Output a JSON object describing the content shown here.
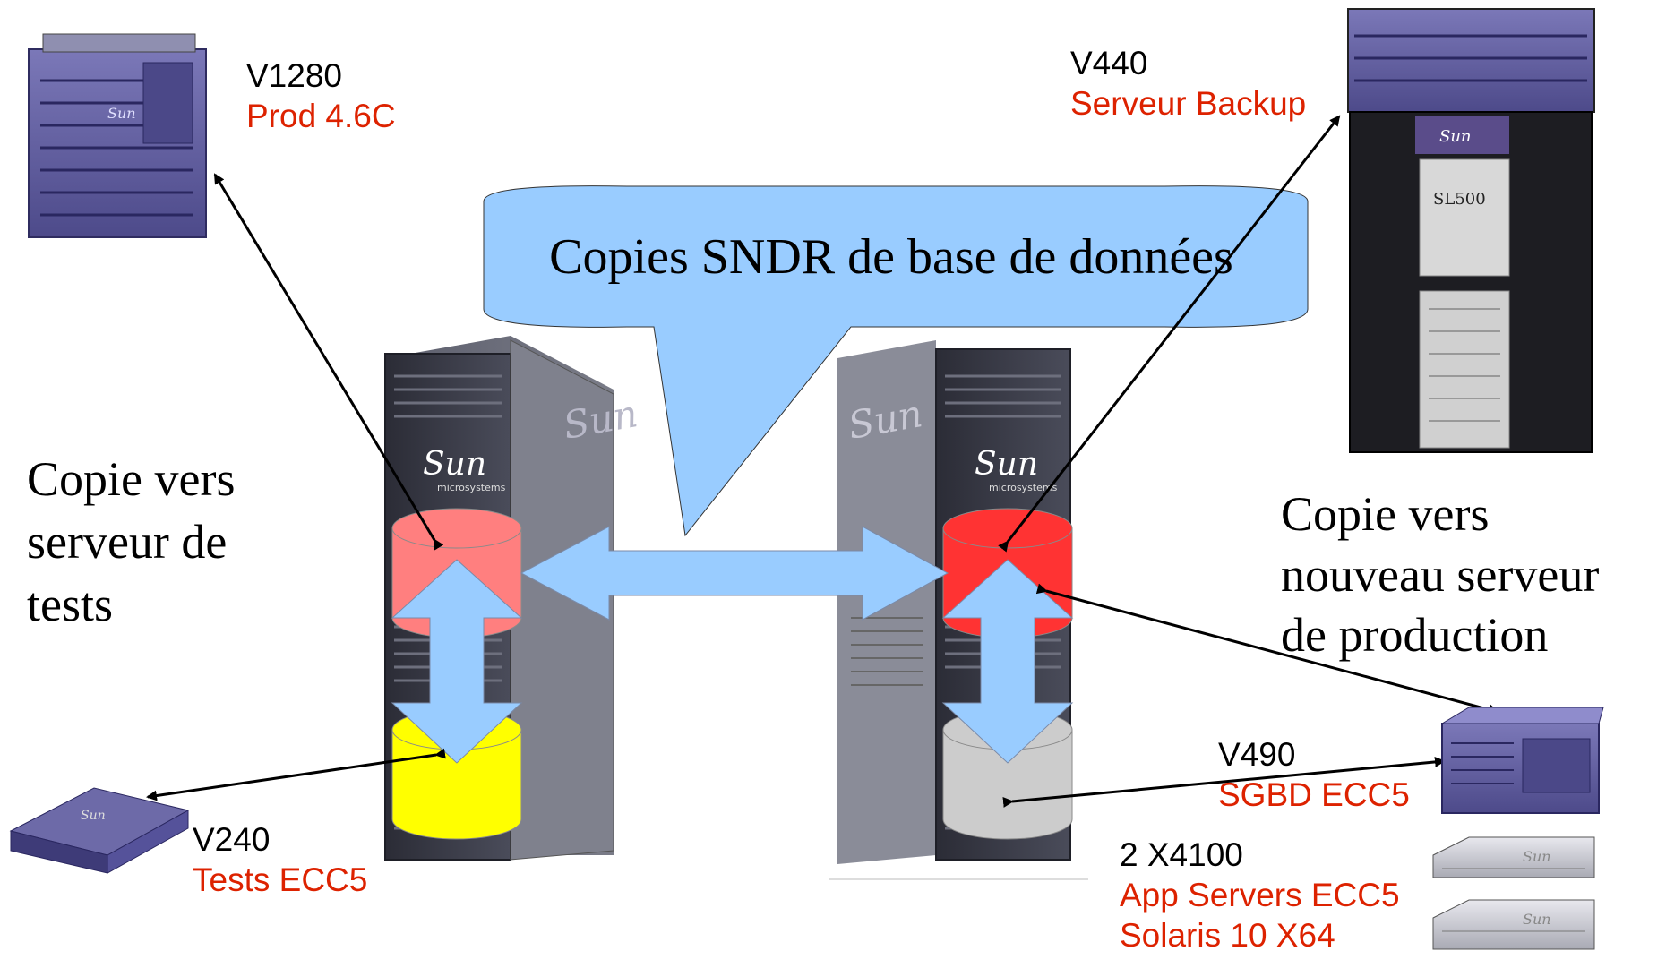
{
  "callout": {
    "text": "Copies SNDR de base de données",
    "fill": "#99ccff"
  },
  "left_note": {
    "line1": "Copie vers",
    "line2": "serveur de",
    "line3": "tests"
  },
  "right_note": {
    "line1": "Copie vers",
    "line2": "nouveau serveur",
    "line3": "de production"
  },
  "servers": {
    "v1280": {
      "model": "V1280",
      "role": "Prod 4.6C",
      "icon": "rack-server-icon"
    },
    "v440": {
      "model": "V440",
      "role": "Serveur Backup",
      "icon": "tape-library-icon",
      "panel_label": "SL500"
    },
    "v240": {
      "model": "V240",
      "role": "Tests ECC5",
      "icon": "1u-server-icon"
    },
    "v490": {
      "model": "V490",
      "role": "SGBD ECC5",
      "icon": "tower-server-icon"
    },
    "x4100": {
      "model": "2 X4100",
      "role": "App Servers ECC5",
      "os": "Solaris 10 X64",
      "icon": "1u-server-icon"
    }
  },
  "storage_cabinets": {
    "brand": "Sun",
    "sub": "microsystems"
  },
  "colors": {
    "role_text": "#dd2200",
    "cabinet": "#3d3f4d",
    "disk_pink": "#ff7f7f",
    "disk_red": "#ff3333",
    "disk_yellow": "#ffff00",
    "disk_grey": "#cccccc",
    "arrow_fill": "#99ccff"
  }
}
